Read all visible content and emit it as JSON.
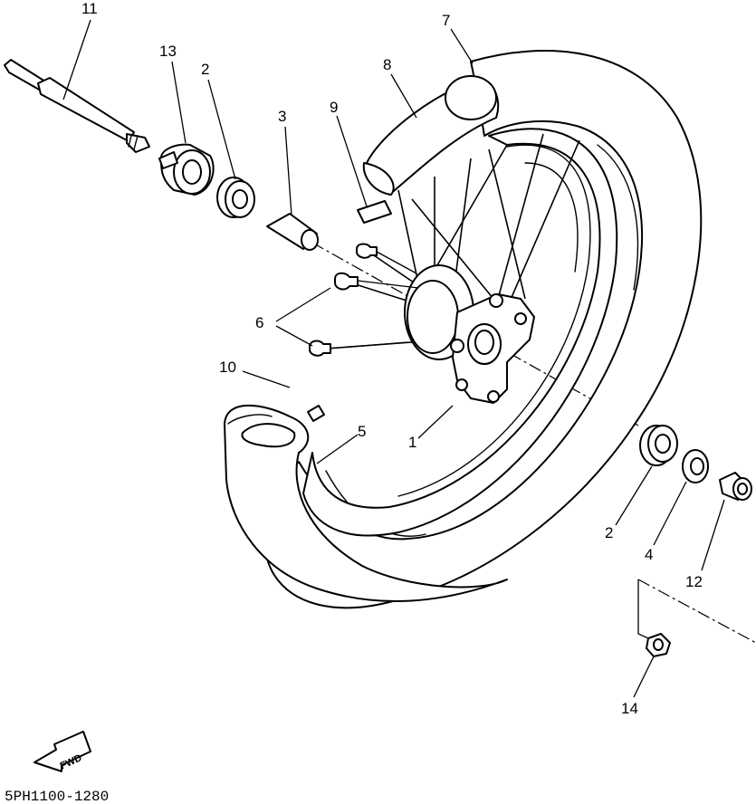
{
  "callouts": {
    "c1": "1",
    "c2a": "2",
    "c2b": "2",
    "c3": "3",
    "c4": "4",
    "c5": "5",
    "c6": "6",
    "c7": "7",
    "c8": "8",
    "c9": "9",
    "c10": "10",
    "c11": "11",
    "c12": "12",
    "c13": "13",
    "c14": "14"
  },
  "direction_label": "FWD",
  "diagram_code": "5PH1100-1280",
  "colors": {
    "line": "#000000",
    "background": "#ffffff"
  },
  "icons": [
    "fwd-arrow-icon"
  ]
}
